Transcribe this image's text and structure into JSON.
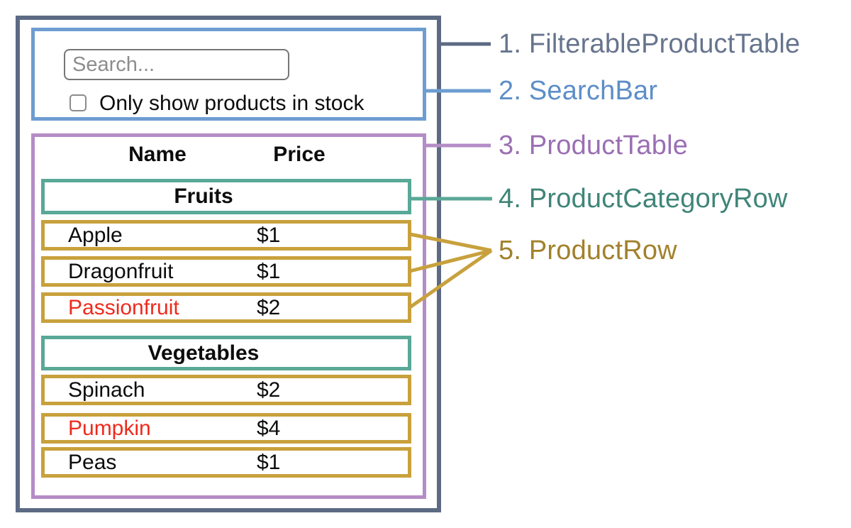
{
  "search": {
    "placeholder": "Search...",
    "checkbox_label": "Only show products in stock",
    "checkbox_checked": false
  },
  "table": {
    "name_header": "Name",
    "price_header": "Price",
    "categories": [
      {
        "label": "Fruits",
        "rows": [
          {
            "name": "Apple",
            "price": "$1",
            "highlighted_red": false
          },
          {
            "name": "Dragonfruit",
            "price": "$1",
            "highlighted_red": false
          },
          {
            "name": "Passionfruit",
            "price": "$2",
            "highlighted_red": true
          }
        ]
      },
      {
        "label": "Vegetables",
        "rows": [
          {
            "name": "Spinach",
            "price": "$2",
            "highlighted_red": false
          },
          {
            "name": "Pumpkin",
            "price": "$4",
            "highlighted_red": true
          },
          {
            "name": "Peas",
            "price": "$1",
            "highlighted_red": false
          }
        ]
      }
    ]
  },
  "legend": [
    {
      "label": "1. FilterableProductTable",
      "color": "#67748d"
    },
    {
      "label": "2. SearchBar",
      "color": "#5d8ec8"
    },
    {
      "label": "3. ProductTable",
      "color": "#9a6fb3"
    },
    {
      "label": "4. ProductCategoryRow",
      "color": "#3f8578"
    },
    {
      "label": "5. ProductRow",
      "color": "#a2812c"
    }
  ],
  "colors": {
    "filterable_product_table_border": "#5c6a83",
    "searchbar_border": "#6d9dd1",
    "product_table_border": "#b48cc6",
    "category_row_border": "#5aa897",
    "product_row_border": "#c8a13c",
    "out_of_stock_text": "#ee2a1c",
    "background": "#ffffff"
  }
}
